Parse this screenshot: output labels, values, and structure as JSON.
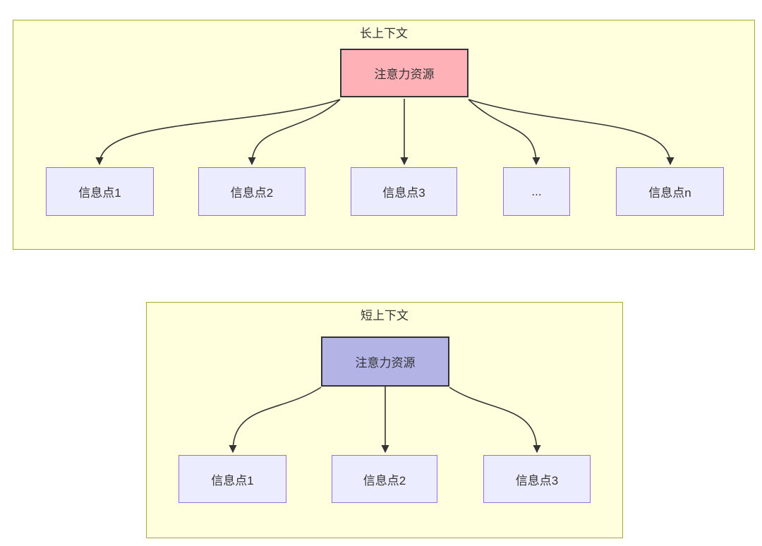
{
  "diagram_type": "flowchart",
  "long_context": {
    "title": "长上下文",
    "source": "注意力资源",
    "targets": [
      "信息点1",
      "信息点2",
      "信息点3",
      "...",
      "信息点n"
    ]
  },
  "short_context": {
    "title": "短上下文",
    "source": "注意力资源",
    "targets": [
      "信息点1",
      "信息点2",
      "信息点3"
    ]
  },
  "colors": {
    "container_fill": "#ffffde",
    "container_border": "#aaaa33",
    "long_source_fill": "#ffb1b8",
    "short_source_fill": "#b3b3e6",
    "target_fill": "#ececff",
    "target_border": "#9370db",
    "node_border": "#333333",
    "arrow": "#333333",
    "text": "#333333"
  }
}
